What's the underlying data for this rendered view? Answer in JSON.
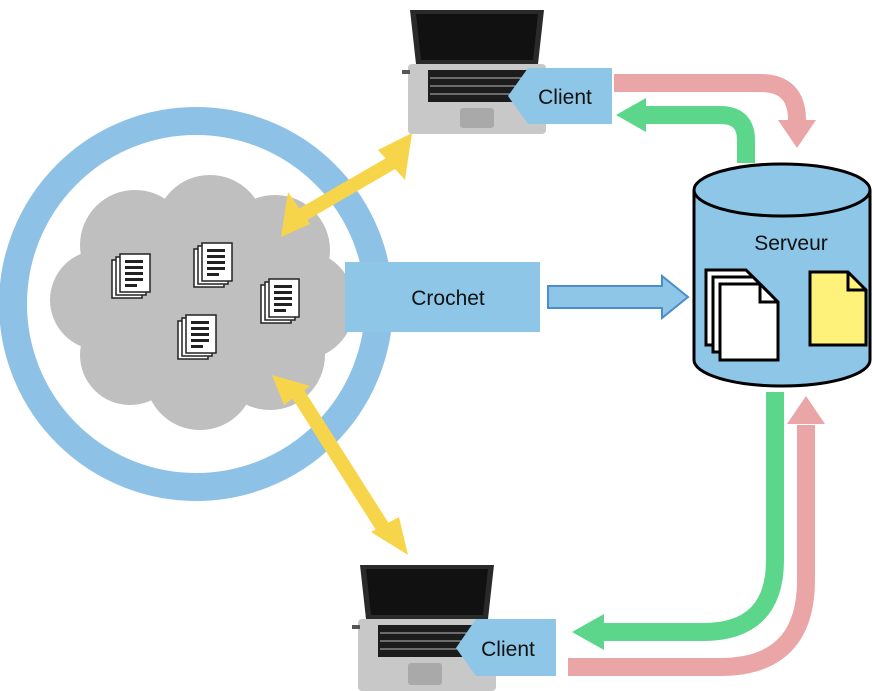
{
  "labels": {
    "client_top": "Client",
    "client_bottom": "Client",
    "hook": "Crochet",
    "server": "Serveur"
  },
  "colors": {
    "hook_blue": "#8ec6e8",
    "hook_ring": "#8ec1e6",
    "cloud_gray": "#bfbfbf",
    "yellow_arrow": "#f7d54a",
    "pink_arrow": "#eaa6a6",
    "green_arrow": "#5bd68a",
    "server_fill": "#8ec6e8",
    "file_yellow": "#fff27a"
  },
  "icons": [
    "laptop-icon",
    "laptop-icon",
    "cloud-icon",
    "document-icon",
    "database-icon",
    "file-icon"
  ]
}
